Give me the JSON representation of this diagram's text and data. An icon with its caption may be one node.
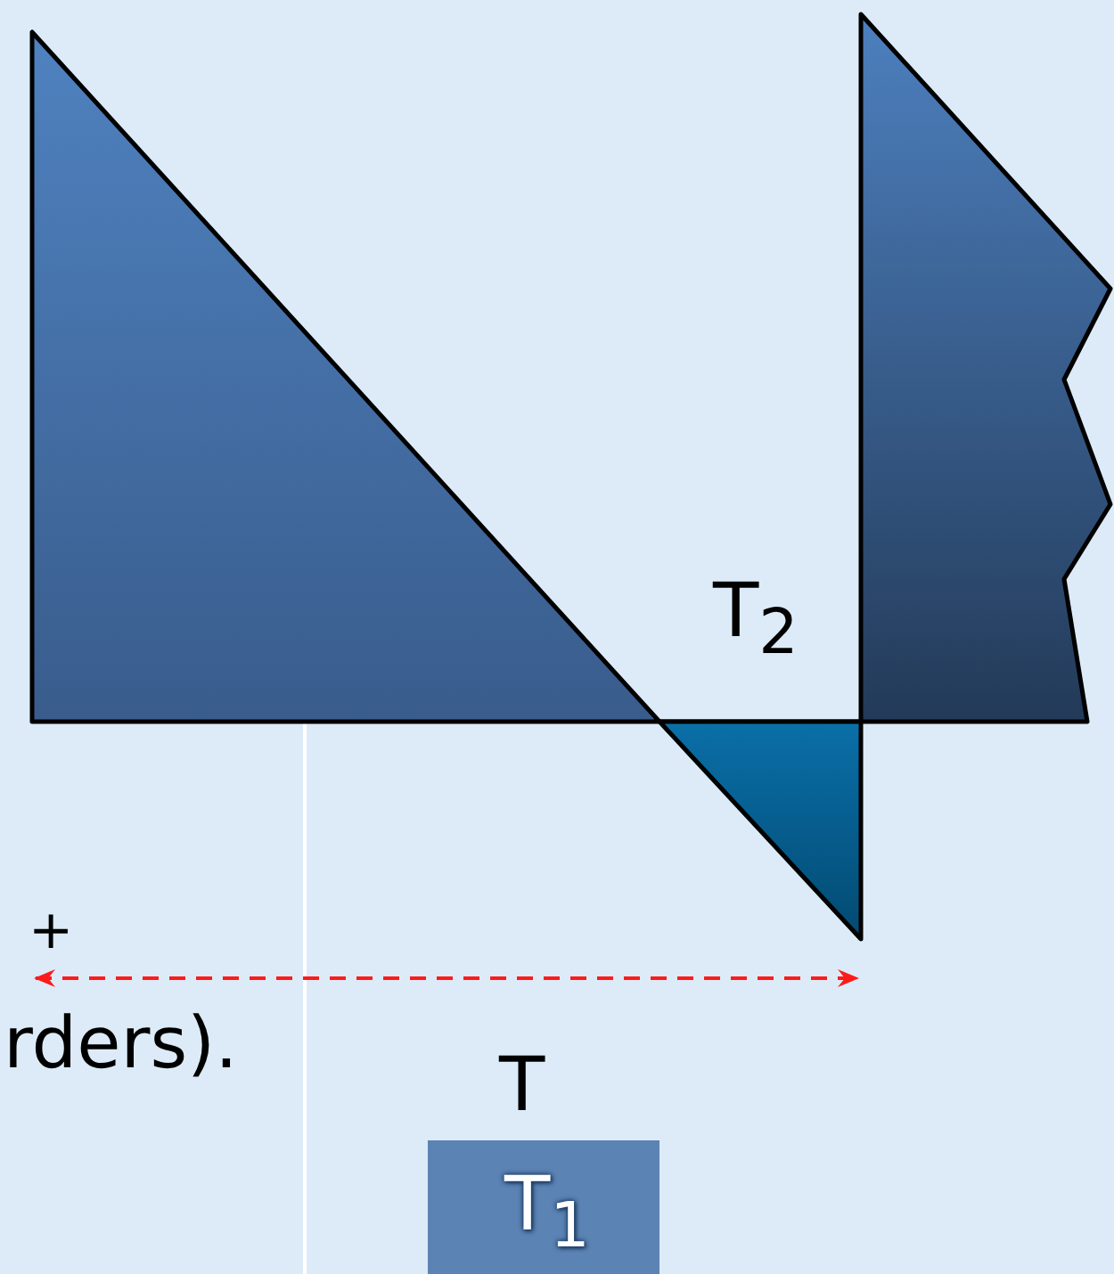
{
  "diagram": {
    "labels": [
      "T$_{2}$",
      "+",
      "rders).",
      "T",
      "T$_{1}$"
    ]
  }
}
